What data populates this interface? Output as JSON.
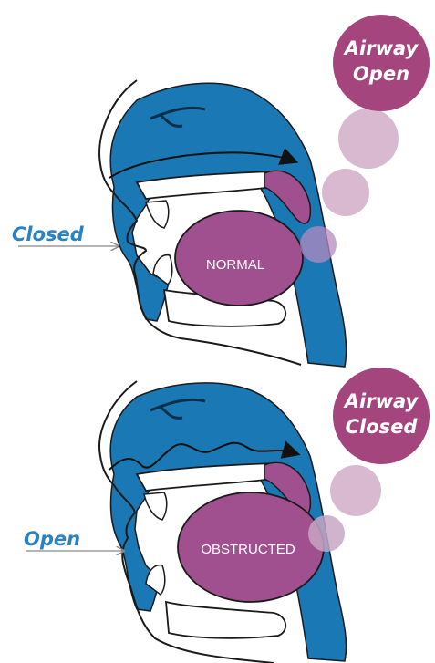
{
  "panels": [
    {
      "mouth_label": "Closed",
      "airway_status": [
        "Airway",
        "Open"
      ],
      "tongue_label": "NORMAL"
    },
    {
      "mouth_label": "Open",
      "airway_status": [
        "Airway",
        "Closed"
      ],
      "tongue_label": "OBSTRUCTED"
    }
  ],
  "colors": {
    "airway": "#1a78b4",
    "tongue": "#a1508f",
    "bubble": "#a5457d",
    "bubble_faded": "#d8b9cf",
    "label": "#2a82c2",
    "outline": "#1a1a1a"
  },
  "icons": {
    "airflow": "arrow-icon",
    "pointer": "thin-arrow-icon"
  }
}
